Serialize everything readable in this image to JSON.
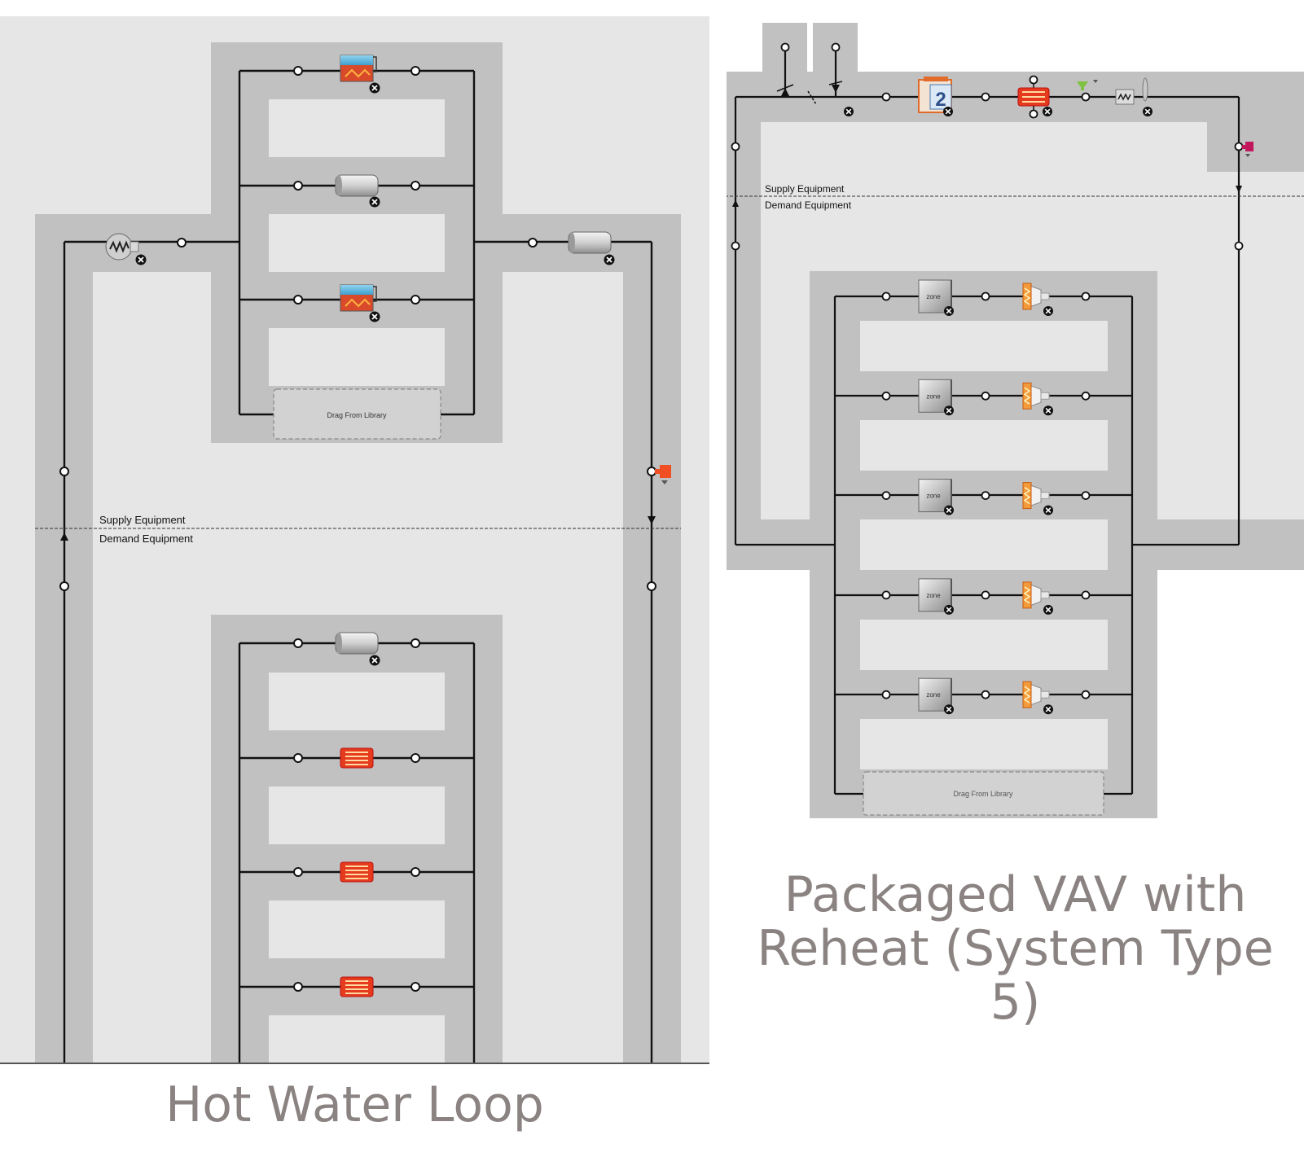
{
  "hot_water_loop": {
    "caption": "Hot Water Loop",
    "supply_label": "Supply Equipment",
    "demand_label": "Demand Equipment",
    "drop_zone_label": "Drag From Library",
    "supply_components": [
      "boiler-icon",
      "pipe-icon",
      "boiler-icon",
      "pump-icon",
      "pipe-icon",
      "setpoint-manager-icon"
    ],
    "demand_components": [
      "pipe-icon",
      "reheat-coil-icon",
      "reheat-coil-icon",
      "reheat-coil-icon"
    ]
  },
  "packaged_vav": {
    "caption_line1": "Packaged VAV with",
    "caption_line2": "Reheat (System Type 5)",
    "supply_label": "Supply Equipment",
    "demand_label": "Demand Equipment",
    "drop_zone_label": "Drag From Library",
    "zone_label": "zone",
    "dx_coil_number": "2",
    "zone_count": 5,
    "supply_components": [
      "outdoor-air-system-icon",
      "dx-cooling-coil-icon",
      "heating-coil-icon",
      "setpoint-manager-icon",
      "supply-fan-icon"
    ],
    "demand_components": [
      "zone-icon",
      "vav-reheat-terminal-icon"
    ]
  },
  "colors": {
    "canvas": "#e6e6e6",
    "loop_band": "#c1c1c1",
    "line": "#111111",
    "caption": "#8a8382",
    "heater_red": "#e53a1e",
    "setpoint_orange": "#f04e23",
    "setpoint_magenta": "#c2185b"
  }
}
